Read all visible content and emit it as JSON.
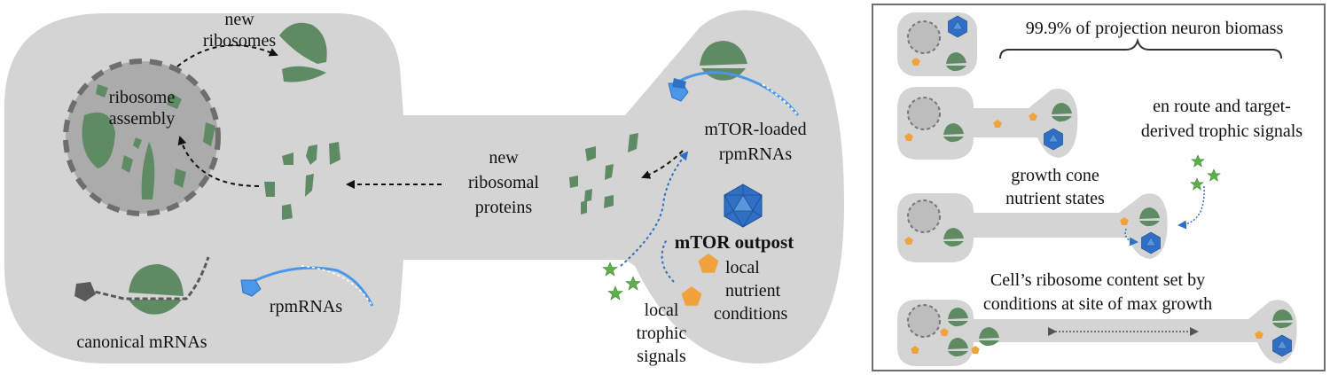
{
  "main_panel": {
    "new_ribosomes_line1": "new",
    "new_ribosomes_line2": "ribosomes",
    "ribosome_assembly_line1": "ribosome",
    "ribosome_assembly_line2": "assembly",
    "canonical_mrnas": "canonical mRNAs",
    "rpmrnas": "rpmRNAs",
    "new_ribosomal_proteins_line1": "new",
    "new_ribosomal_proteins_line2": "ribosomal",
    "new_ribosomal_proteins_line3": "proteins",
    "mtor_loaded_line1": "mTOR-loaded",
    "mtor_loaded_line2": "rpmRNAs",
    "mtor_outpost": "mTOR outpost",
    "local_nutrient_line1": "local",
    "local_nutrient_line2": "nutrient",
    "local_nutrient_line3": "conditions",
    "local_trophic_line1": "local",
    "local_trophic_line2": "trophic",
    "local_trophic_line3": "signals"
  },
  "side_panel": {
    "biomass_label": "99.9% of projection neuron biomass",
    "en_route_line1": "en route and target-",
    "en_route_line2": "derived trophic signals",
    "growth_cone_line1": "growth cone",
    "growth_cone_line2": "nutrient states",
    "ribosome_content_line1": "Cell’s ribosome content set by",
    "ribosome_content_line2": "conditions at site of max growth"
  },
  "colors": {
    "cell_body": "#d4d4d4",
    "nucleus": "#ababab",
    "ribosome": "#5e8b63",
    "mtor": "#2f6fc4",
    "rpmrna": "#4a96e8",
    "nutrient": "#f0a23c",
    "trophic": "#5fb04d",
    "mrna": "#595959",
    "frame": "#6e6e6e"
  }
}
